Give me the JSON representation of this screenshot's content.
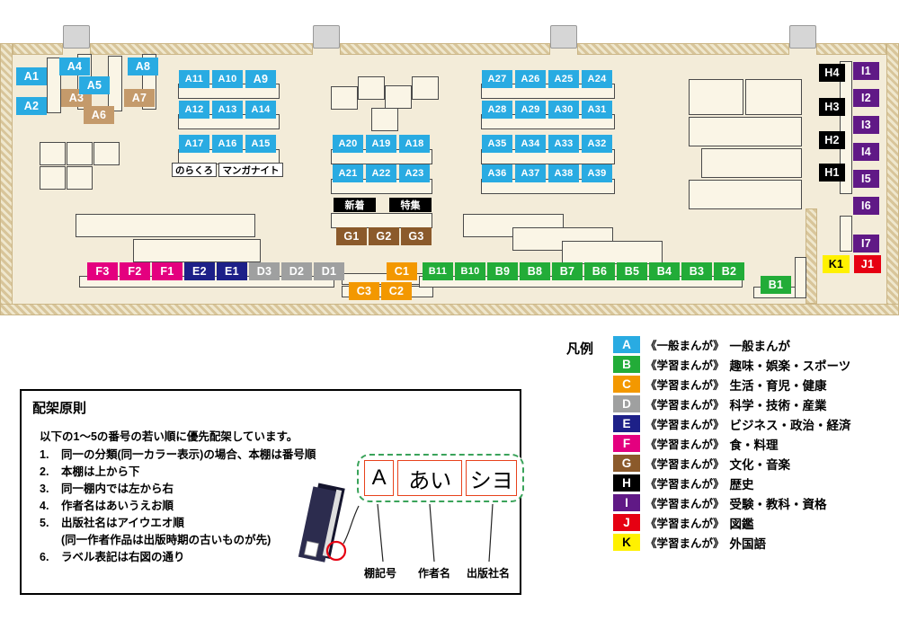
{
  "map": {
    "colors": {
      "tan_label": "#c49a6b"
    },
    "shelf_labels": [
      {
        "id": "A1"
      },
      {
        "id": "A2"
      },
      {
        "id": "A3",
        "variant": "tan"
      },
      {
        "id": "A4"
      },
      {
        "id": "A5"
      },
      {
        "id": "A6",
        "variant": "tan"
      },
      {
        "id": "A7",
        "variant": "tan"
      },
      {
        "id": "A8"
      },
      {
        "id": "A9"
      },
      {
        "id": "A10"
      },
      {
        "id": "A11"
      },
      {
        "id": "A12"
      },
      {
        "id": "A13"
      },
      {
        "id": "A14"
      },
      {
        "id": "A15"
      },
      {
        "id": "A16"
      },
      {
        "id": "A17"
      },
      {
        "id": "A18"
      },
      {
        "id": "A19"
      },
      {
        "id": "A20"
      },
      {
        "id": "A21"
      },
      {
        "id": "A22"
      },
      {
        "id": "A23"
      },
      {
        "id": "A24"
      },
      {
        "id": "A25"
      },
      {
        "id": "A26"
      },
      {
        "id": "A27"
      },
      {
        "id": "A28"
      },
      {
        "id": "A29"
      },
      {
        "id": "A30"
      },
      {
        "id": "A31"
      },
      {
        "id": "A32"
      },
      {
        "id": "A33"
      },
      {
        "id": "A34"
      },
      {
        "id": "A35"
      },
      {
        "id": "A36"
      },
      {
        "id": "A37"
      },
      {
        "id": "A38"
      },
      {
        "id": "A39"
      },
      {
        "id": "B1"
      },
      {
        "id": "B2"
      },
      {
        "id": "B3"
      },
      {
        "id": "B4"
      },
      {
        "id": "B5"
      },
      {
        "id": "B6"
      },
      {
        "id": "B7"
      },
      {
        "id": "B8"
      },
      {
        "id": "B9"
      },
      {
        "id": "B10"
      },
      {
        "id": "B11"
      },
      {
        "id": "C1"
      },
      {
        "id": "C2"
      },
      {
        "id": "C3"
      },
      {
        "id": "D1"
      },
      {
        "id": "D2"
      },
      {
        "id": "D3"
      },
      {
        "id": "E1"
      },
      {
        "id": "E2"
      },
      {
        "id": "F1"
      },
      {
        "id": "F2"
      },
      {
        "id": "F3"
      },
      {
        "id": "G1"
      },
      {
        "id": "G2"
      },
      {
        "id": "G3"
      },
      {
        "id": "H1"
      },
      {
        "id": "H2"
      },
      {
        "id": "H3"
      },
      {
        "id": "H4"
      },
      {
        "id": "I1"
      },
      {
        "id": "I2"
      },
      {
        "id": "I3"
      },
      {
        "id": "I4"
      },
      {
        "id": "I5"
      },
      {
        "id": "I6"
      },
      {
        "id": "I7"
      },
      {
        "id": "J1"
      },
      {
        "id": "K1"
      }
    ],
    "special_labels": [
      {
        "id": "norakuro",
        "text": "のらくろ",
        "style": "plain"
      },
      {
        "id": "manga-night",
        "text": "マンガナイト",
        "style": "plain"
      },
      {
        "id": "shinchaku",
        "text": "新着",
        "style": "black"
      },
      {
        "id": "tokushu",
        "text": "特集",
        "style": "black"
      }
    ]
  },
  "legend": {
    "title": "凡例",
    "items": [
      {
        "code": "A",
        "series": "《一般まんが》",
        "category": "一般まんが",
        "color": "#29abe2",
        "text_color": "#ffffff"
      },
      {
        "code": "B",
        "series": "《学習まんが》",
        "category": "趣味・娯楽・スポーツ",
        "color": "#22ac38",
        "text_color": "#ffffff"
      },
      {
        "code": "C",
        "series": "《学習まんが》",
        "category": "生活・育児・健康",
        "color": "#f39800",
        "text_color": "#ffffff"
      },
      {
        "code": "D",
        "series": "《学習まんが》",
        "category": "科学・技術・産業",
        "color": "#9fa0a0",
        "text_color": "#ffffff"
      },
      {
        "code": "E",
        "series": "《学習まんが》",
        "category": "ビジネス・政治・経済",
        "color": "#1d2088",
        "text_color": "#ffffff"
      },
      {
        "code": "F",
        "series": "《学習まんが》",
        "category": "食・料理",
        "color": "#e4007f",
        "text_color": "#ffffff"
      },
      {
        "code": "G",
        "series": "《学習まんが》",
        "category": "文化・音楽",
        "color": "#8b5a2b",
        "text_color": "#ffffff"
      },
      {
        "code": "H",
        "series": "《学習まんが》",
        "category": "歴史",
        "color": "#000000",
        "text_color": "#ffffff"
      },
      {
        "code": "I",
        "series": "《学習まんが》",
        "category": "受験・教科・資格",
        "color": "#601986",
        "text_color": "#ffffff"
      },
      {
        "code": "J",
        "series": "《学習まんが》",
        "category": "図鑑",
        "color": "#e60012",
        "text_color": "#ffffff"
      },
      {
        "code": "K",
        "series": "《学習まんが》",
        "category": "外国語",
        "color": "#fff100",
        "text_color": "#000000"
      }
    ]
  },
  "principles": {
    "title": "配架原則",
    "intro": "以下の1〜5の番号の若い順に優先配架しています。",
    "rules": [
      {
        "num": "1.",
        "text": "同一の分類(同一カラー表示)の場合、本棚は番号順"
      },
      {
        "num": "2.",
        "text": "本棚は上から下"
      },
      {
        "num": "3.",
        "text": "同一棚内では左から右"
      },
      {
        "num": "4.",
        "text": "作者名はあいうえお順"
      },
      {
        "num": "5.",
        "text": "出版社名はアイウエオ順"
      },
      {
        "num": "",
        "text": "(同一作者作品は出版時期の古いものが先)"
      },
      {
        "num": "6.",
        "text": "ラベル表記は右図の通り"
      }
    ],
    "label_example": {
      "cells": [
        "A",
        "あい",
        "シヨ"
      ],
      "annotations": [
        "棚記号",
        "作者名",
        "出版社名"
      ]
    }
  }
}
